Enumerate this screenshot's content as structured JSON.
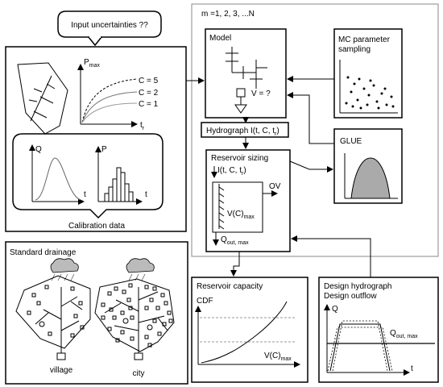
{
  "input_uncertainties": "Input uncertainties ??",
  "loop_label": "m =1, 2, 3, ...N",
  "calibration": {
    "pmax": "P",
    "pmax_sub": "max",
    "tr": "t",
    "tr_sub": "r",
    "curves": [
      "C = 5",
      "C = 2",
      "C = 1"
    ],
    "q_axis": "Q",
    "p_axis": "P",
    "t_axis": "t",
    "caption": "Calibration data"
  },
  "model": {
    "title": "Model",
    "volume": "V = ?"
  },
  "mc": {
    "title_line1": "MC parameter",
    "title_line2": "sampling"
  },
  "hydrograph": {
    "label": "Hydrograph I(t, C, t",
    "label_sub": "r",
    "label_end": ")"
  },
  "glue": {
    "title": "GLUE"
  },
  "reservoir": {
    "title": "Reservoir sizing",
    "inflow": "I(t, C, t",
    "inflow_sub": "r",
    "inflow_end": ")",
    "overflow": "OV",
    "vmax": "V(C)",
    "vmax_sub": "max",
    "qout": "Q",
    "qout_sub": "out, max"
  },
  "standard_drainage": {
    "title": "Standard drainage",
    "village": "village",
    "city": "city"
  },
  "reservoir_capacity": {
    "title": "Reservoir capacity",
    "cdf": "CDF",
    "vmax": "V(C)",
    "vmax_sub": "max"
  },
  "design_hydrograph": {
    "title_line1": "Design hydrograph",
    "title_line2": "Design outflow",
    "q_axis": "Q",
    "t_axis": "t",
    "qout": "Q",
    "qout_sub": "out, max"
  }
}
